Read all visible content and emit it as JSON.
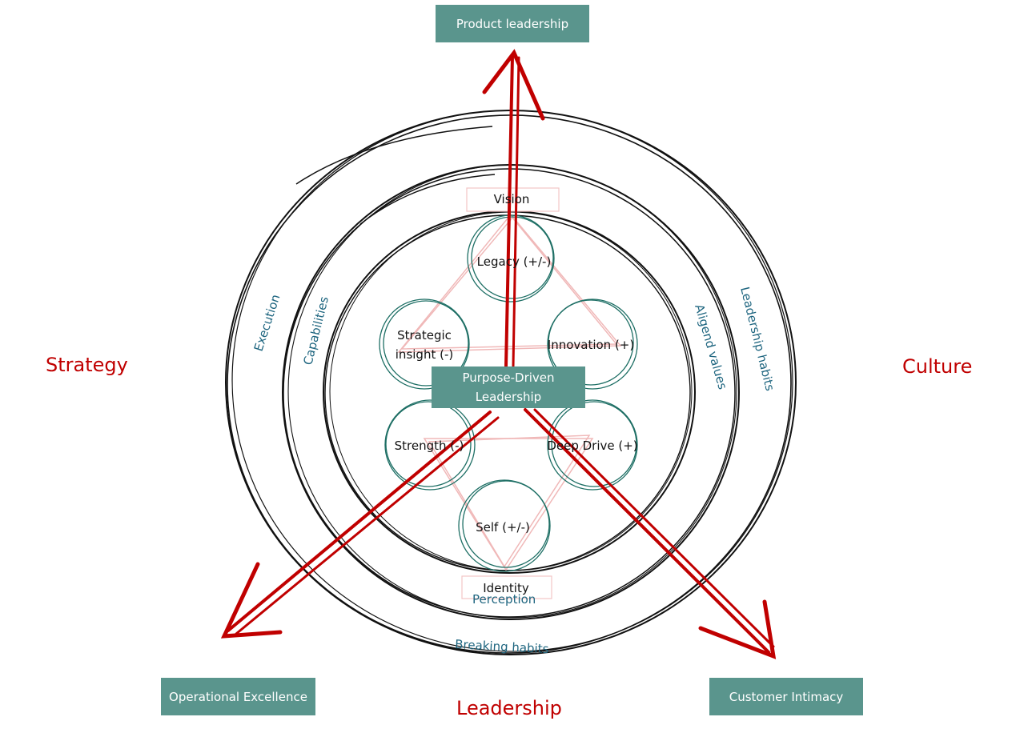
{
  "diagram": {
    "title": "Purpose-Driven Leadership",
    "center": {
      "line1": "Purpose-Driven",
      "line2": "Leadership"
    },
    "outcomes": {
      "top": "Product leadership",
      "bottom_left": "Operational Excellence",
      "bottom_right": "Customer Intimacy"
    },
    "pillars": {
      "left": "Strategy",
      "right": "Culture",
      "bottom": "Leadership"
    },
    "ring_labels": {
      "outer_left": "Execution",
      "outer_right": "Leadership habits",
      "outer_bottom": "Breaking habits",
      "middle_left": "Capabilities",
      "middle_right": "Aligend values",
      "middle_bottom": "Perception"
    },
    "axis_labels": {
      "top": "Vision",
      "bottom": "Identity"
    },
    "nodes": [
      {
        "id": "legacy",
        "label": "Legacy (+/-)"
      },
      {
        "id": "strategic-insight",
        "line1": "Strategic",
        "line2": "insight (-)"
      },
      {
        "id": "innovation",
        "label": "Innovation (+)"
      },
      {
        "id": "strength",
        "label": "Strength (-)"
      },
      {
        "id": "deep-drive",
        "label": "Deep Drive (+)"
      },
      {
        "id": "self",
        "label": "Self (+/-)"
      }
    ],
    "colors": {
      "teal_box": "#5a958d",
      "teal_text": "#1f6680",
      "node_stroke": "#1e6f65",
      "arrow_red": "#c00000",
      "triangle_pink": "#f0b8b8",
      "ring_black": "#111111"
    }
  }
}
